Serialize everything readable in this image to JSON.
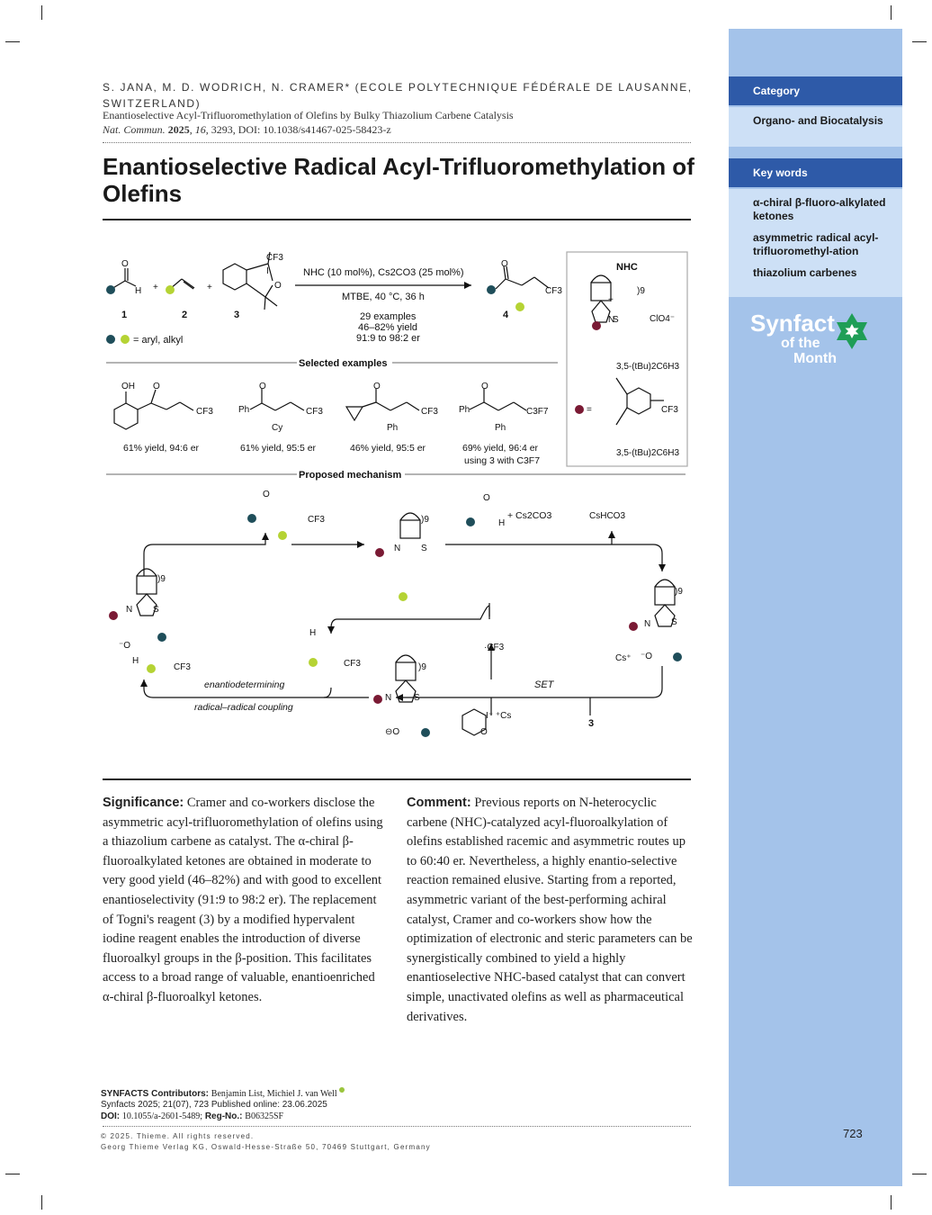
{
  "header": {
    "authors": "S. JANA, M. D. WODRICH, N. CRAMER* (ECOLE POLYTECHNIQUE FÉDÉRALE DE LAUSANNE, SWITZERLAND)",
    "ref_title": "Enantioselective Acyl-Trifluoromethylation of Olefins by Bulky Thiazolium Carbene Catalysis",
    "journal": "Nat. Commun.",
    "year": "2025",
    "volume": "16",
    "rest": ", 3293, DOI: 10.1038/s41467-025-58423-z"
  },
  "title": "Enantioselective Radical Acyl-Trifluoromethylation of Olefins",
  "sidebar": {
    "category_heading": "Category",
    "category": "Organo- and Biocatalysis",
    "keywords_heading": "Key words",
    "keywords": [
      "α-chiral β-fluoro-alkylated ketones",
      "asymmetric radical acyl-trifluoromethyl-ation",
      "thiazolium carbenes"
    ],
    "logo_line1": "Synfact",
    "logo_line2": "of the",
    "logo_line3": "Month"
  },
  "scheme": {
    "conditions": "NHC (10 mol%), Cs2CO3 (25 mol%)",
    "solvent": "MTBE, 40 °C, 36 h",
    "examples": "29 examples",
    "yield": "46–82% yield",
    "er": "91:9 to 98:2 er",
    "labels": [
      "1",
      "2",
      "3",
      "4"
    ],
    "legend": "= aryl, alkyl",
    "nhc_label": "NHC",
    "aryl_label": "3,5-(tBu)2C6H3",
    "selected_examples": "Selected examples",
    "examples_results": [
      "61% yield, 94:6 er",
      "61% yield, 95:5 er",
      "46% yield, 95:5 er",
      "69% yield, 96:4 er",
      "using 3 with C3F7"
    ],
    "proposed_mechanism": "Proposed mechanism",
    "mechanism_labels": [
      "enantiodetermining",
      "radical–radical coupling",
      "SET",
      "CsHCO3",
      "+ Cs2CO3"
    ]
  },
  "significance": {
    "label": "Significance:",
    "text": "Cramer and co-workers disclose the asymmetric acyl-trifluoromethylation of olefins using a thiazolium carbene as catalyst. The α-chiral β-fluoroalkylated ketones are obtained in moderate to very good yield (46–82%) and with good to excellent enantioselectivity (91:9 to 98:2 er). The replacement of Togni's reagent (3) by a modified hypervalent iodine reagent enables the introduction of diverse fluoroalkyl groups in the β-position. This facilitates access to a broad range of valuable, enantioenriched α-chiral β-fluoroalkyl ketones."
  },
  "comment": {
    "label": "Comment:",
    "text": "Previous reports on N-heterocyclic carbene (NHC)-catalyzed acyl-fluoroalkylation of olefins established racemic and asymmetric routes up to 60:40 er. Nevertheless, a highly enantio-selective reaction remained elusive. Starting from a reported, asymmetric variant of the best-performing achiral catalyst, Cramer and co-workers show how the optimization of electronic and steric parameters can be synergistically combined to yield a highly enantioselective NHC-based catalyst that can convert simple, unactivated olefins as well as pharmaceutical derivatives."
  },
  "footer": {
    "contributors_label": "SYNFACTS Contributors:",
    "contributors": "Benjamin List, Michiel J. van Well",
    "citation": "Synfacts 2025; 21(07), 723   Published online: 23.06.2025",
    "doi_label": "DOI:",
    "doi": "10.1055/a-2601-5489;",
    "reg_label": "Reg-No.:",
    "reg": "B06325SF",
    "copyright": "© 2025. Thieme. All rights reserved.",
    "publisher": "Georg Thieme Verlag KG, Oswald-Hesse-Straße 50, 70469 Stuttgart, Germany"
  },
  "page_number": "723",
  "colors": {
    "teal": "#1f4e5a",
    "green": "#b5d334",
    "maroon": "#7a1a34",
    "sidebar": "#a4c3ea",
    "sidebar_head": "#2e5aa8"
  }
}
